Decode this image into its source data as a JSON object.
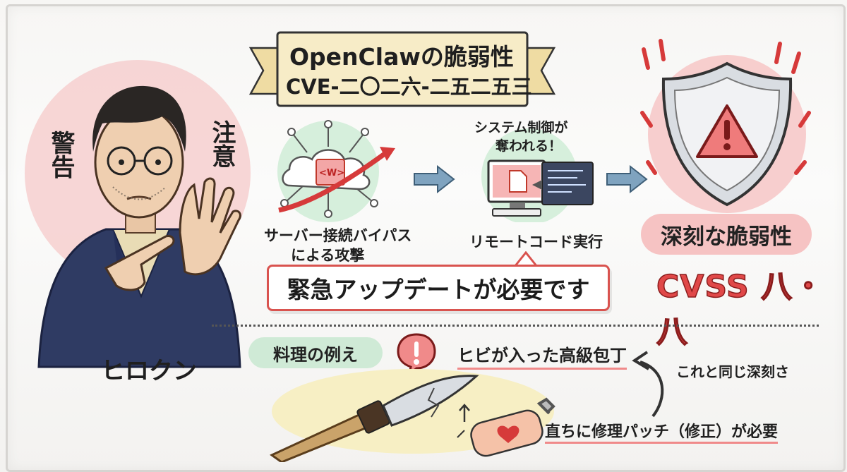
{
  "banner": {
    "title": "OpenClawの脆弱性",
    "subtitle": "CVE-二〇二六-二五二五三"
  },
  "presenter": {
    "name": "ヒロクン",
    "warning_left": "警告",
    "warning_right": "注意"
  },
  "flow": {
    "step1_label_line1": "サーバー接続バイパス",
    "step1_label_line2": "による攻撃",
    "step1_icon_text": "<W>",
    "step2_caption_line1": "システム制御が",
    "step2_caption_line2": "奪われる！",
    "step2_label": "リモートコード実行",
    "step3_label": "深刻な脆弱性",
    "cvss": "CVSS 八・八"
  },
  "urgent": "緊急アップデートが必要です",
  "analogy": {
    "badge": "料理の例え",
    "knife_label": "ヒビが入った高級包丁",
    "same_severity": "これと同じ深刻さ",
    "repair": "直ちに修理パッチ（修正）が必要"
  },
  "colors": {
    "accent_red": "#e04848",
    "pale_green": "#d6efdc",
    "pale_pink": "#f6c3c3",
    "banner": "#f7ecc7"
  },
  "icons": [
    "warning-icon",
    "shield-icon",
    "cloud-icon",
    "network-icon",
    "computer-icon",
    "code-window-icon",
    "arrow-icon",
    "knife-icon",
    "wrench-icon",
    "bandage-icon",
    "heart-icon",
    "exclamation-icon"
  ]
}
